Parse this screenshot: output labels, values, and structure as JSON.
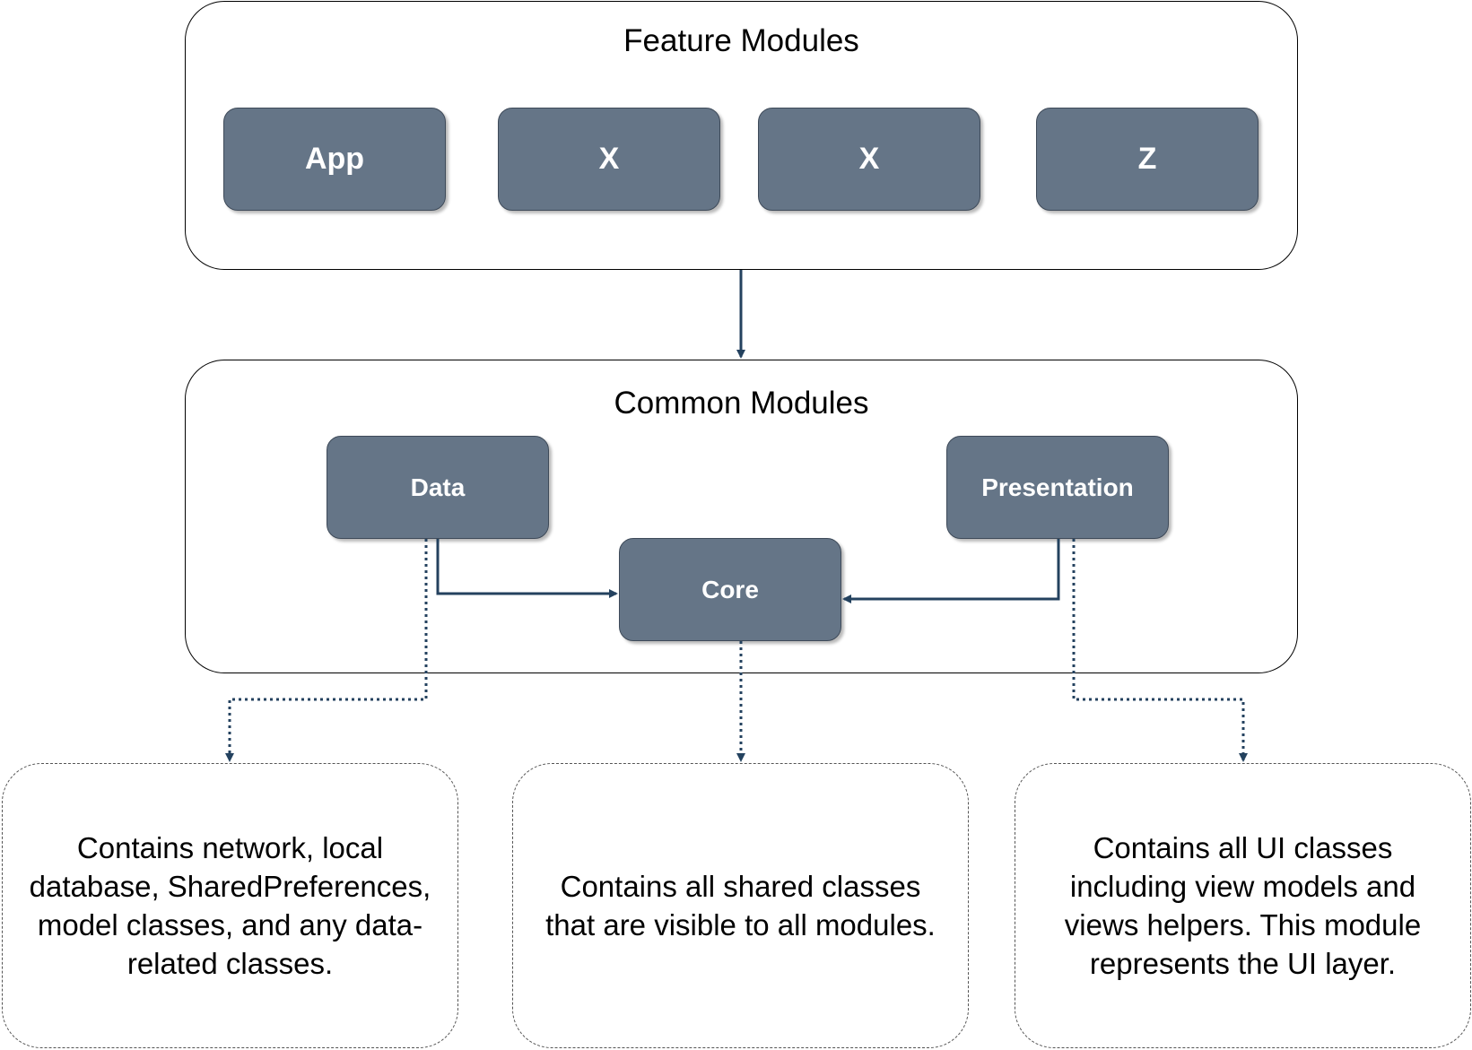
{
  "feature_modules": {
    "title": "Feature Modules",
    "items": [
      {
        "label": "App"
      },
      {
        "label": "X"
      },
      {
        "label": "X"
      },
      {
        "label": "Z"
      }
    ]
  },
  "common_modules": {
    "title": "Common Modules",
    "data": {
      "label": "Data"
    },
    "core": {
      "label": "Core"
    },
    "presentation": {
      "label": "Presentation"
    }
  },
  "descriptions": {
    "data": "Contains network, local\ndatabase, SharedPreferences,\nmodel classes, and any data-\nrelated classes.",
    "core": "Contains all shared classes\nthat are visible to all modules.",
    "presentation": "Contains all UI classes\nincluding view models and\nviews helpers. This module\nrepresents the UI layer."
  },
  "colors": {
    "module_fill": "#657587",
    "connector": "#24425f"
  }
}
